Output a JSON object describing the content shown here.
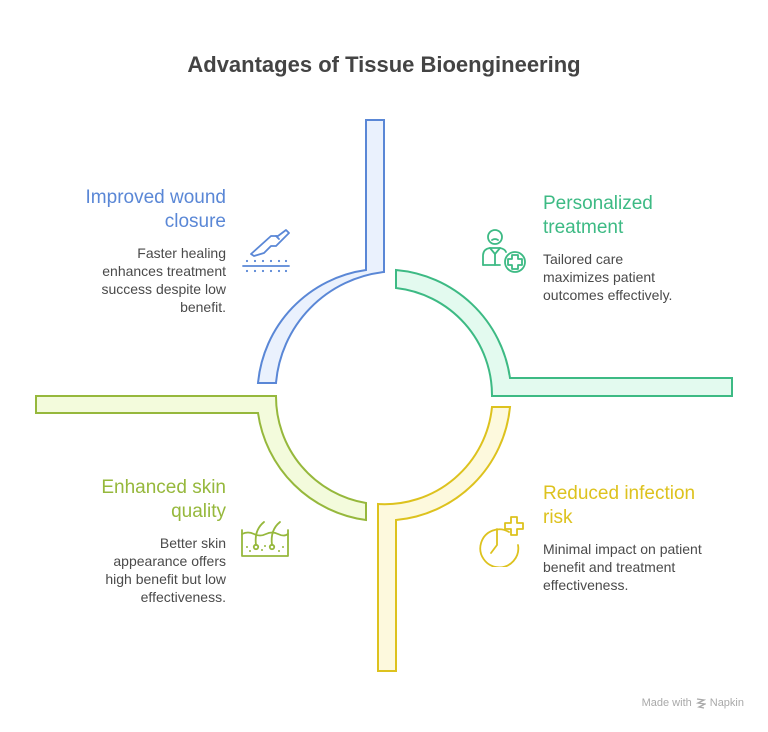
{
  "title": "Advantages of Tissue Bioengineering",
  "colors": {
    "blue": "#5a87d6",
    "blue_fill": "#eaf1fd",
    "green": "#3dba84",
    "green_fill": "#e3faef",
    "lime": "#96b83c",
    "lime_fill": "#f3fbdc",
    "yellow": "#ddc21e",
    "yellow_fill": "#fdf9dd",
    "text": "#4a4a4a"
  },
  "items": [
    {
      "heading": "Improved wound closure",
      "heading_lines": [
        "Improved wound",
        "closure"
      ],
      "description_lines": [
        "Faster healing",
        "enhances treatment",
        "success despite low",
        "benefit."
      ],
      "icon": "scalpel-icon",
      "color": "blue"
    },
    {
      "heading": "Personalized treatment",
      "heading_lines": [
        "Personalized",
        "treatment"
      ],
      "description_lines": [
        "Tailored care",
        "maximizes patient",
        "outcomes effectively."
      ],
      "icon": "patient-plus-icon",
      "color": "green"
    },
    {
      "heading": "Enhanced skin quality",
      "heading_lines": [
        "Enhanced skin",
        "quality"
      ],
      "description_lines": [
        "Better skin",
        "appearance offers",
        "high benefit but low",
        "effectiveness."
      ],
      "icon": "skin-layers-icon",
      "color": "lime"
    },
    {
      "heading": "Reduced infection risk",
      "heading_lines": [
        "Reduced infection",
        "risk"
      ],
      "description_lines": [
        "Minimal impact on patient",
        "benefit and treatment",
        "effectiveness."
      ],
      "icon": "clock-plus-icon",
      "color": "yellow"
    }
  ],
  "footer": {
    "made_with": "Made with",
    "brand": "Napkin"
  }
}
